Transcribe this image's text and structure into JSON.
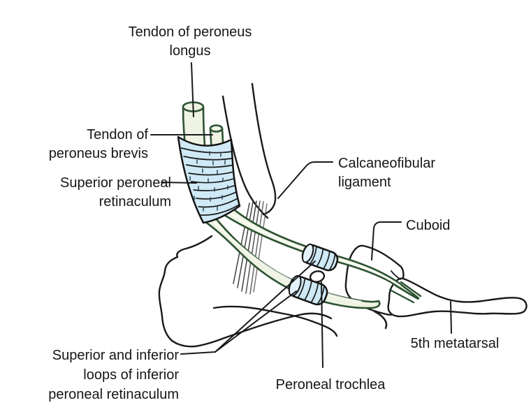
{
  "figure": {
    "type": "anatomical-line-diagram",
    "labels": {
      "tendon_of_peroneus_longus": {
        "line1": "Tendon of peroneus",
        "line2": "longus"
      },
      "tendon_of_peroneus_brevis": {
        "line1": "Tendon of",
        "line2": "peroneus brevis"
      },
      "superior_peroneal_retinaculum": {
        "line1": "Superior peroneal",
        "line2": "retinaculum"
      },
      "calcaneofibular_ligament": {
        "line1": "Calcaneofibular",
        "line2": "ligament"
      },
      "cuboid": {
        "line1": "Cuboid"
      },
      "fifth_metatarsal": {
        "line1": "5th metatarsal"
      },
      "loops_of_inferior_peroneal_retinaculum": {
        "line1": "Superior and inferior",
        "line2": "loops of inferior",
        "line3": "peroneal retinaculum"
      },
      "peroneal_trochlea": {
        "line1": "Peroneal trochlea"
      }
    },
    "colors": {
      "background": "#ffffff",
      "outline": "#1a1a1a",
      "text": "#161616",
      "tendon_fill": "#eef3e3",
      "tendon_stroke": "#2d5233",
      "retinaculum_fill": "#cfe9f6",
      "retinaculum_highlight": "#e4f3fb",
      "ligament_hatch": "#4a4a4a"
    }
  }
}
